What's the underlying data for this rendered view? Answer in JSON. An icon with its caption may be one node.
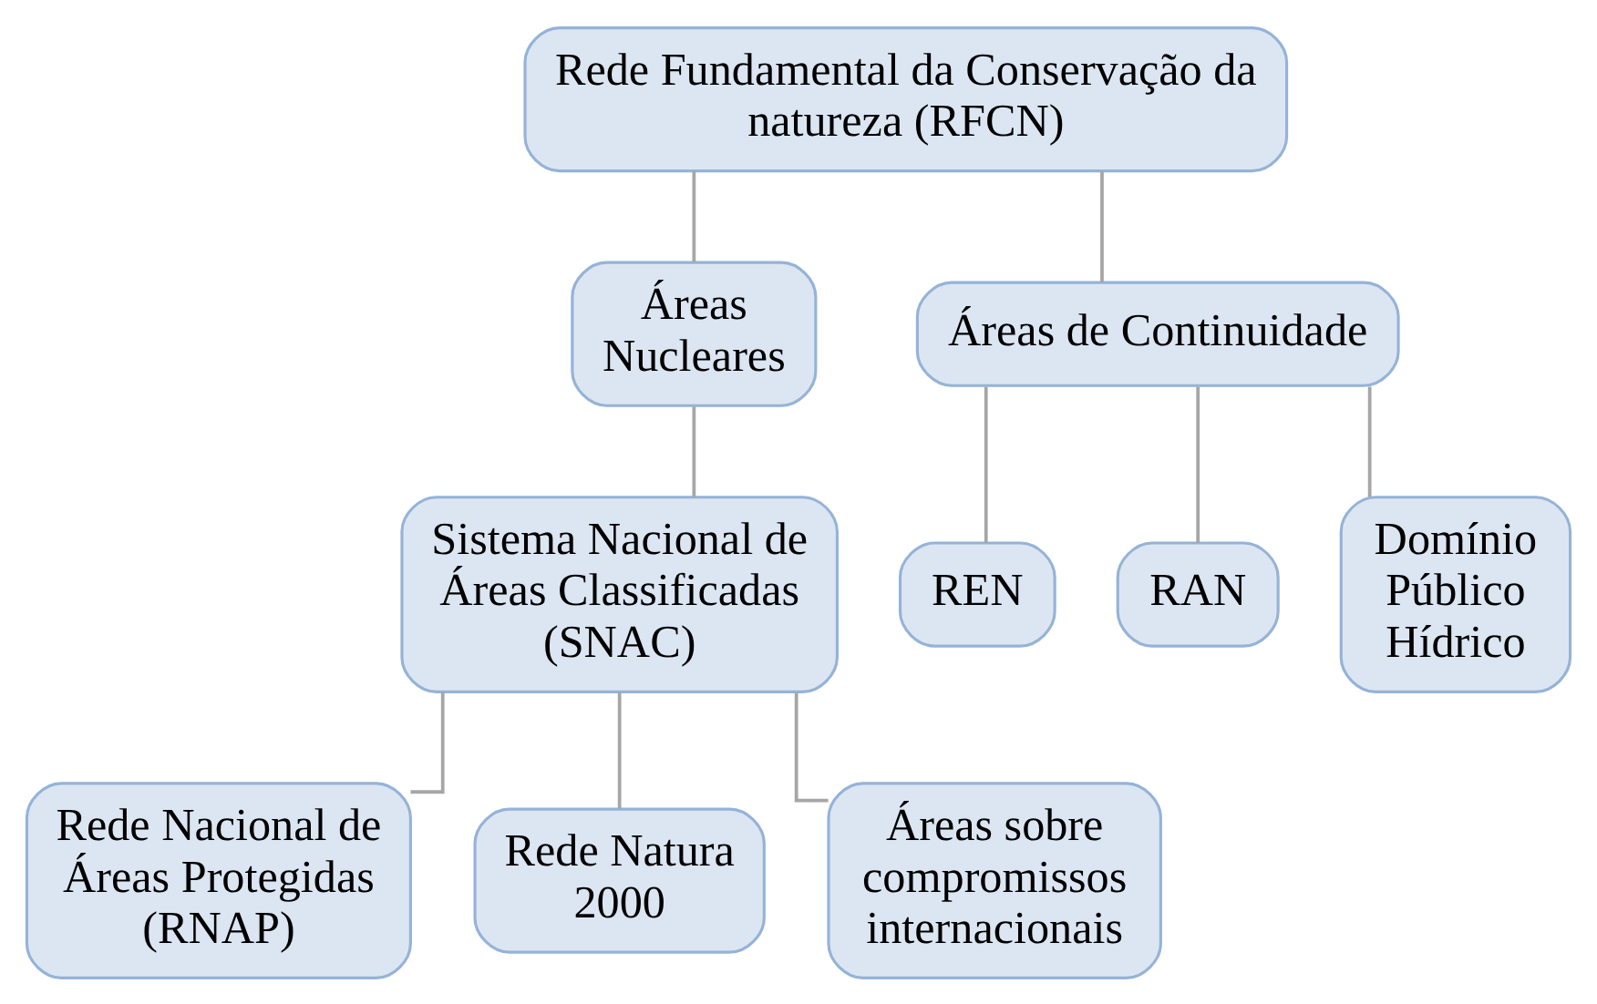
{
  "diagram": {
    "nodes": [
      {
        "text": [
          "Rede Fundamental da Conservação da natureza (RFCN)"
        ]
      },
      {
        "text": [
          "Áreas Nucleares"
        ]
      },
      {
        "text": [
          "Áreas de Continuidade"
        ]
      },
      {
        "text": [
          "Sistema Nacional de Áreas Classificadas (SNAC)"
        ]
      },
      {
        "text": [
          "REN"
        ]
      },
      {
        "text": [
          "RAN"
        ]
      },
      {
        "text": [
          "Domínio Público Hídrico"
        ]
      },
      {
        "text": [
          "Rede Nacional de Áreas Protegidas (RNAP)"
        ]
      },
      {
        "text": [
          "Rede Natura 2000"
        ]
      },
      {
        "text": [
          "Áreas sobre compromissos internacionais"
        ]
      }
    ],
    "edges": [
      {
        "from": 0,
        "to": 1,
        "arrow": "none"
      },
      {
        "from": 0,
        "to": 2,
        "arrow": "none"
      },
      {
        "from": 1,
        "to": 3,
        "arrow": "none"
      },
      {
        "from": 2,
        "to": 4,
        "arrow": "none"
      },
      {
        "from": 2,
        "to": 5,
        "arrow": "none"
      },
      {
        "from": 2,
        "to": 6,
        "arrow": "none"
      },
      {
        "from": 3,
        "to": 7,
        "arrow": "none"
      },
      {
        "from": 3,
        "to": 8,
        "arrow": "none"
      },
      {
        "from": 3,
        "to": 9,
        "arrow": "none"
      }
    ]
  }
}
